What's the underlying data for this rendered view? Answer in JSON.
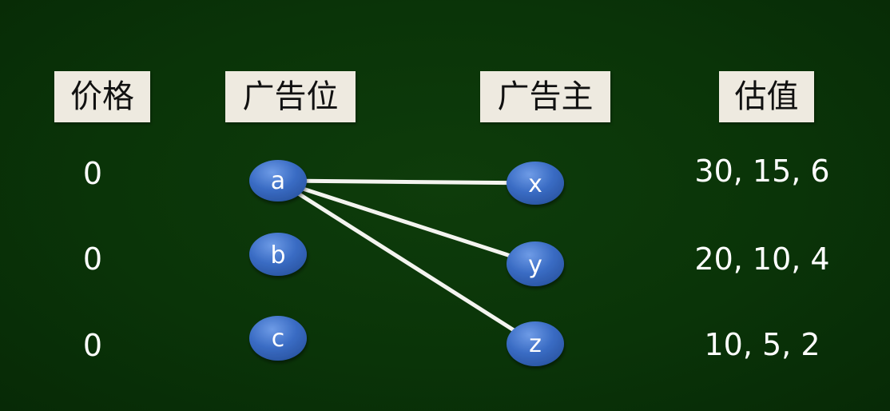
{
  "headers": {
    "price": "价格",
    "ad_slot": "广告位",
    "advertiser": "广告主",
    "valuation": "估值"
  },
  "prices": [
    "0",
    "0",
    "0"
  ],
  "ad_slots": [
    "a",
    "b",
    "c"
  ],
  "advertisers": [
    "x",
    "y",
    "z"
  ],
  "valuations": [
    "30, 15, 6",
    "20, 10, 4",
    "10, 5, 2"
  ],
  "edges": [
    {
      "from": "a",
      "to": "x"
    },
    {
      "from": "a",
      "to": "y"
    },
    {
      "from": "a",
      "to": "z"
    }
  ],
  "colors": {
    "background": "#0a3408",
    "node_fill": "#3a6cc4",
    "edge": "#f4f4f0",
    "header_box": "#eeeae0"
  }
}
